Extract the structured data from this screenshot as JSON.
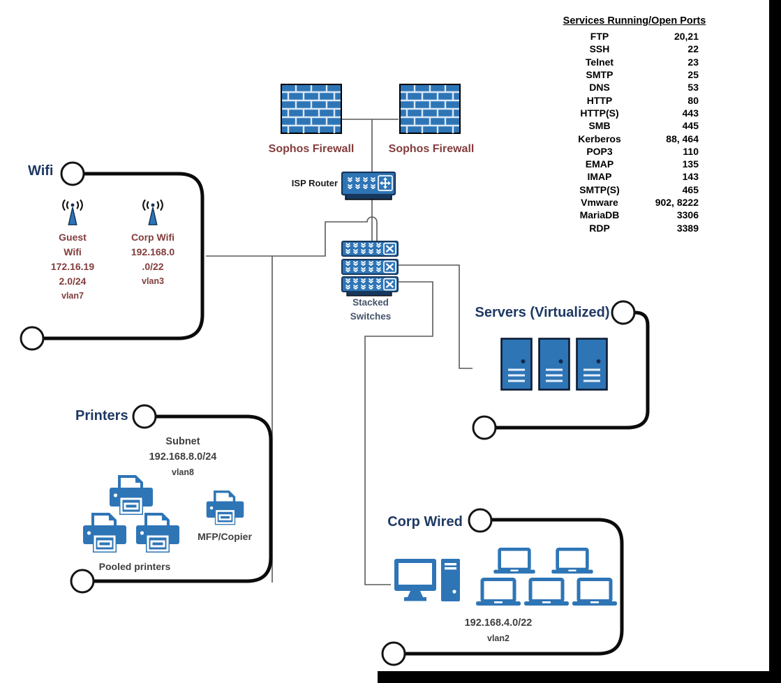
{
  "colors": {
    "icon_blue": "#2E75B6",
    "icon_border_navy": "#17375D",
    "section_title_navy": "#1F3864",
    "device_text_maroon": "#833C3C",
    "connector_gray": "#595959",
    "subnet_text_gray": "#3F3F3F",
    "bracket_black": "#000000"
  },
  "services_table": {
    "title": "Services Running/Open Ports",
    "rows": [
      {
        "name": "FTP",
        "ports": "20,21"
      },
      {
        "name": "SSH",
        "ports": "22"
      },
      {
        "name": "Telnet",
        "ports": "23"
      },
      {
        "name": "SMTP",
        "ports": "25"
      },
      {
        "name": "DNS",
        "ports": "53"
      },
      {
        "name": "HTTP",
        "ports": "80"
      },
      {
        "name": "HTTP(S)",
        "ports": "443"
      },
      {
        "name": "SMB",
        "ports": "445"
      },
      {
        "name": "Kerberos",
        "ports": "88, 464"
      },
      {
        "name": "POP3",
        "ports": "110"
      },
      {
        "name": "EMAP",
        "ports": "135"
      },
      {
        "name": "IMAP",
        "ports": "143"
      },
      {
        "name": "SMTP(S)",
        "ports": "465"
      },
      {
        "name": "Vmware",
        "ports": "902, 8222"
      },
      {
        "name": "MariaDB",
        "ports": "3306"
      },
      {
        "name": "RDP",
        "ports": "3389"
      }
    ]
  },
  "firewalls": {
    "left": "Sophos Firewall",
    "right": "Sophos Firewall"
  },
  "router": {
    "label": "ISP Router"
  },
  "switches": {
    "line1": "Stacked",
    "line2": "Switches"
  },
  "wifi": {
    "title": "Wifi",
    "guest_lines": [
      "Guest",
      "Wifi",
      "172.16.19",
      "2.0/24",
      "vlan7"
    ],
    "corp_lines": [
      "Corp Wifi",
      "192.168.0",
      ".0/22",
      "vlan3"
    ]
  },
  "printers": {
    "title": "Printers",
    "subnet_lines": [
      "Subnet",
      "192.168.8.0/24",
      "vlan8"
    ],
    "pooled_label": "Pooled printers",
    "mfp_label": "MFP/Copier"
  },
  "servers": {
    "title": "Servers (Virtualized)"
  },
  "corp_wired": {
    "title": "Corp Wired",
    "subnet": "192.168.4.0/22",
    "vlan": "vlan2"
  }
}
